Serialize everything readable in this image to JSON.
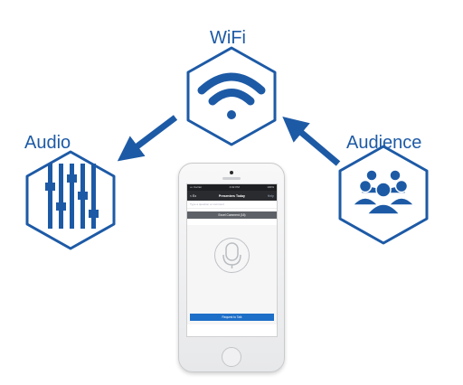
{
  "labels": {
    "wifi": "WiFi",
    "audio": "Audio",
    "audience": "Audience"
  },
  "phone": {
    "status_left": "••• Carrier",
    "status_time": "4:02 PM",
    "status_right": "100%",
    "nav_back": "< Ex",
    "nav_title": "Presenters Today",
    "nav_right": "Help",
    "comment_placeholder": "Type a question or comment",
    "speaker_bar": "Excel Comment (16)",
    "request_button": "Request to Talk"
  },
  "colors": {
    "primary": "#1d5aa6",
    "button_blue": "#1e6fc8"
  },
  "icons": {
    "wifi": "wifi-icon",
    "audio": "sliders-icon",
    "audience": "people-group-icon",
    "mic": "microphone-icon"
  }
}
